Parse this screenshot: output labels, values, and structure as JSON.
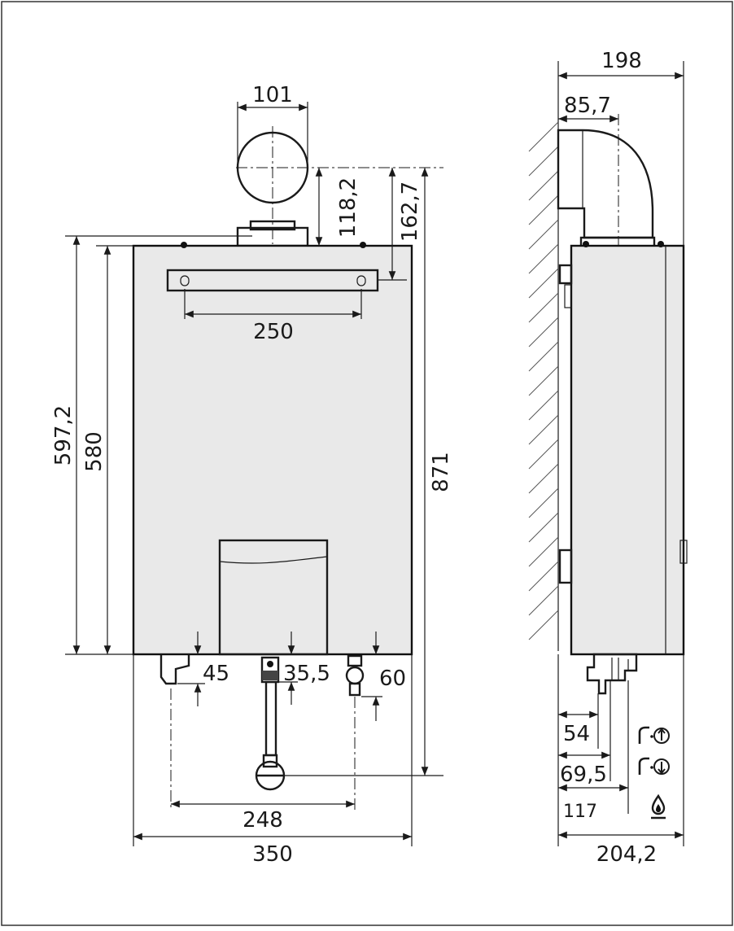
{
  "front_view": {
    "flue_diameter": "101",
    "flue_to_top": "118,2",
    "flue_to_bracket": "162,7",
    "bracket_width": "250",
    "height_overall": "597,2",
    "height_casing": "580",
    "total_height": "871",
    "drain_offset": "45",
    "gas_offset": "35,5",
    "water_offset": "60",
    "connection_spacing": "248",
    "width": "350"
  },
  "side_view": {
    "depth_total": "198",
    "flue_center_depth": "85,7",
    "conn_depth_1": "54",
    "conn_depth_2": "69,5",
    "conn_depth_3": "117",
    "depth_bottom": "204,2"
  },
  "legend": [
    {
      "icon": "hot-water-outlet-icon"
    },
    {
      "icon": "cold-water-inlet-icon"
    },
    {
      "icon": "gas-flame-icon"
    }
  ]
}
